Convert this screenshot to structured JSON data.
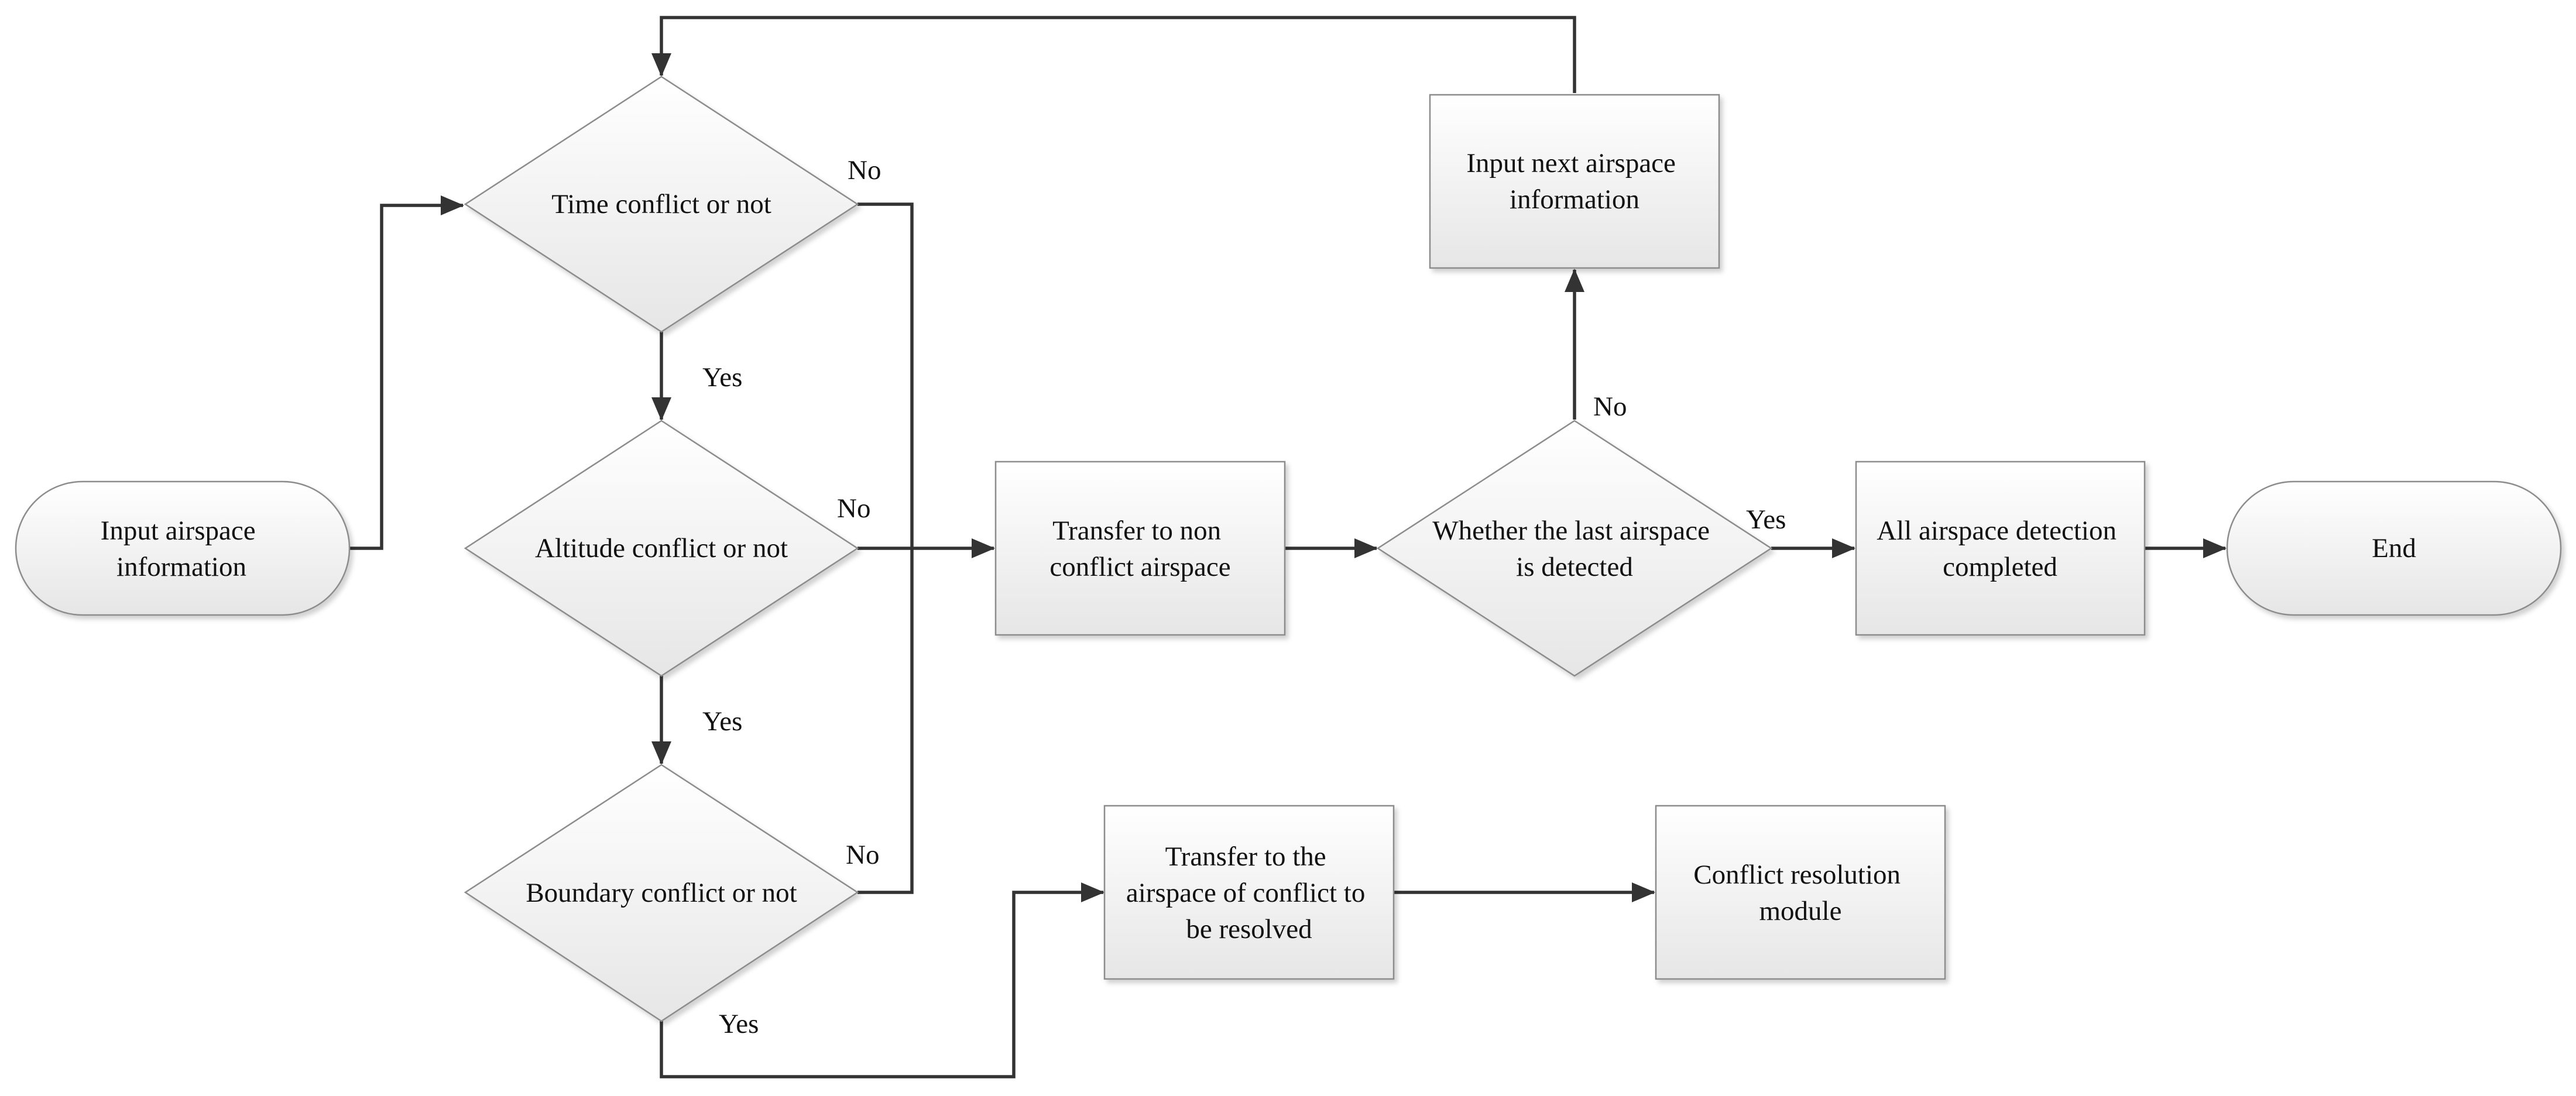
{
  "nodes": {
    "start": {
      "lines": [
        "Input airspace",
        "information"
      ]
    },
    "time_conflict": {
      "lines": [
        "Time conflict or not"
      ]
    },
    "altitude_conflict": {
      "lines": [
        "Altitude conflict or not"
      ]
    },
    "boundary_conflict": {
      "lines": [
        "Boundary conflict or not"
      ]
    },
    "transfer_non_conflict": {
      "lines": [
        "Transfer to non",
        "conflict airspace"
      ]
    },
    "last_airspace": {
      "lines": [
        "Whether the last airspace",
        "is detected"
      ]
    },
    "next_airspace": {
      "lines": [
        "Input next airspace",
        "information"
      ]
    },
    "all_completed": {
      "lines": [
        "All airspace detection",
        "completed"
      ]
    },
    "end": {
      "lines": [
        "End"
      ]
    },
    "transfer_conflict": {
      "lines": [
        "Transfer to the",
        "airspace of conflict to",
        "be resolved"
      ]
    },
    "resolution_module": {
      "lines": [
        "Conflict resolution",
        "module"
      ]
    }
  },
  "edge_labels": {
    "time_no": "No",
    "time_yes": "Yes",
    "altitude_no": "No",
    "altitude_yes": "Yes",
    "boundary_no": "No",
    "boundary_yes": "Yes",
    "last_no": "No",
    "last_yes": "Yes"
  },
  "colors": {
    "fill_top": "#ffffff",
    "fill_bottom": "#e6e6e6",
    "border": "#8c8c8c",
    "line": "#333333",
    "text": "#111111"
  }
}
